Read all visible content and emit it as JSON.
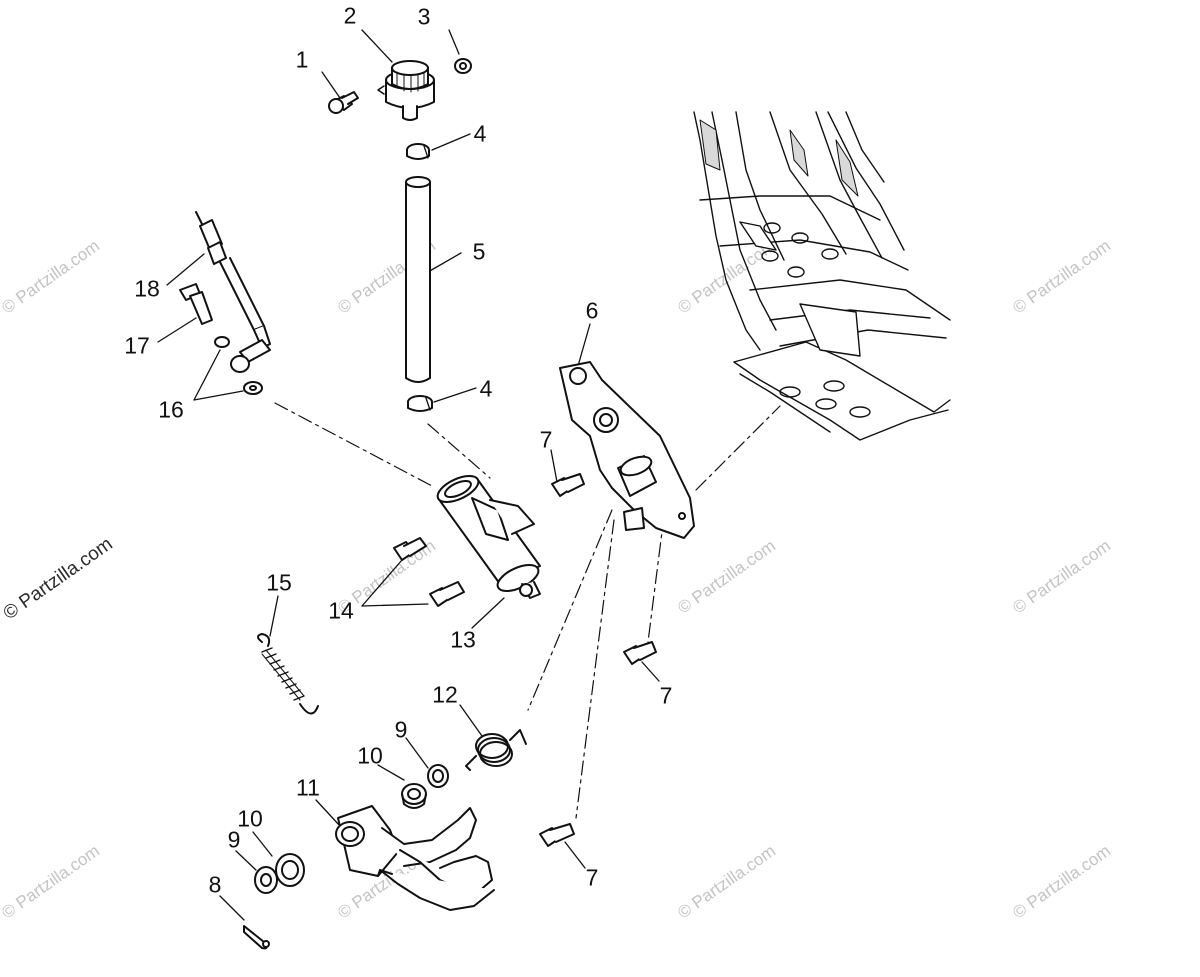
{
  "diagram": {
    "callouts": [
      {
        "id": "c2",
        "text": "2"
      },
      {
        "id": "c3",
        "text": "3"
      },
      {
        "id": "c1",
        "text": "1"
      },
      {
        "id": "c4a",
        "text": "4"
      },
      {
        "id": "c5",
        "text": "5"
      },
      {
        "id": "c4b",
        "text": "4"
      },
      {
        "id": "c18",
        "text": "18"
      },
      {
        "id": "c17",
        "text": "17"
      },
      {
        "id": "c16",
        "text": "16"
      },
      {
        "id": "c6",
        "text": "6"
      },
      {
        "id": "c7a",
        "text": "7"
      },
      {
        "id": "c15",
        "text": "15"
      },
      {
        "id": "c14",
        "text": "14"
      },
      {
        "id": "c13",
        "text": "13"
      },
      {
        "id": "c7b",
        "text": "7"
      },
      {
        "id": "c12",
        "text": "12"
      },
      {
        "id": "c9a",
        "text": "9"
      },
      {
        "id": "c10a",
        "text": "10"
      },
      {
        "id": "c11",
        "text": "11"
      },
      {
        "id": "c10b",
        "text": "10"
      },
      {
        "id": "c9b",
        "text": "9"
      },
      {
        "id": "c8",
        "text": "8"
      },
      {
        "id": "c7c",
        "text": "7"
      }
    ],
    "watermark_text": "© Partzilla.com"
  },
  "colors": {
    "line": "#111111",
    "fill": "#ffffff",
    "shade": "#d9d9d9",
    "watermark": "#c4c4c4"
  }
}
